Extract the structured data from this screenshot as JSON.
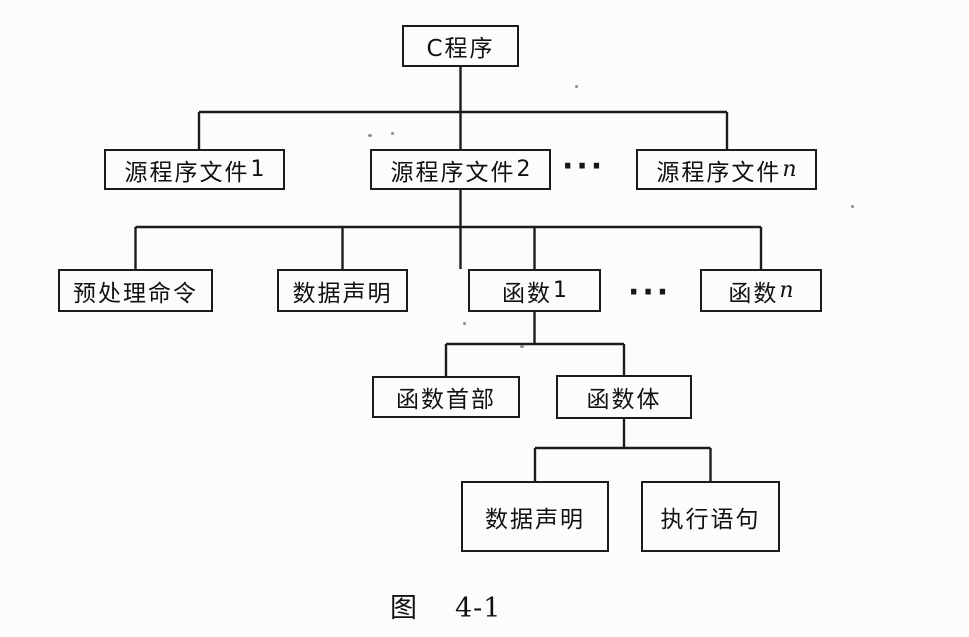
{
  "nodes": {
    "c_program": {
      "label": "C程序"
    },
    "src_file_1": {
      "base": "源程序文件",
      "suffix": "1"
    },
    "src_file_2": {
      "base": "源程序文件",
      "suffix": "2"
    },
    "src_file_n": {
      "base": "源程序文件",
      "suffix": "n"
    },
    "preprocessor": {
      "label": "预处理命令"
    },
    "data_decl_top": {
      "label": "数据声明"
    },
    "func_1": {
      "base": "函数",
      "suffix": "1"
    },
    "func_n": {
      "base": "函数",
      "suffix": "n"
    },
    "func_header": {
      "label": "函数首部"
    },
    "func_body": {
      "label": "函数体"
    },
    "data_decl_body": {
      "label": "数据声明"
    },
    "exec_statements": {
      "label": "执行语句"
    }
  },
  "ellipsis": "···",
  "caption": {
    "label": "图",
    "number": "4-1"
  },
  "colors": {
    "line": "#1c1c1c",
    "paper": "#fcfcfc",
    "ink": "#111111"
  }
}
